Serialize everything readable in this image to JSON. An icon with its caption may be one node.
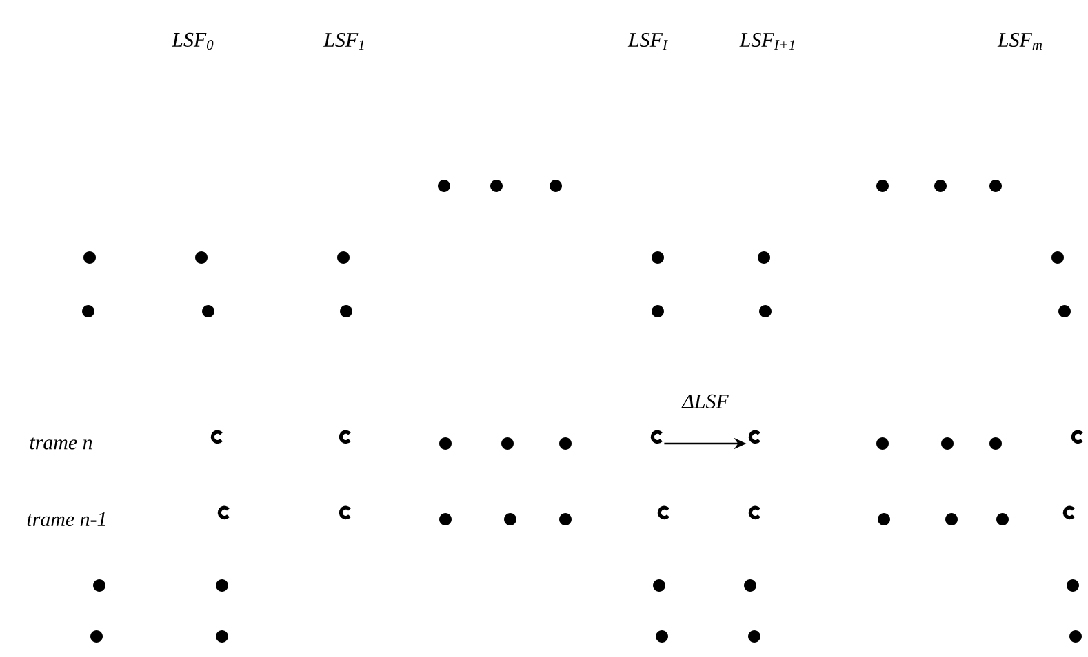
{
  "diagram": {
    "nodes": [
      {
        "text": [],
        "shape": "arc"
      },
      {
        "text": [],
        "shape": "arc"
      },
      {
        "text": [],
        "shape": "arc"
      },
      {
        "text": [],
        "shape": "arc"
      },
      {
        "text": [],
        "shape": "arc"
      },
      {
        "text": [],
        "shape": "arc"
      },
      {
        "text": [],
        "shape": "arc"
      },
      {
        "text": [],
        "shape": "arc"
      },
      {
        "text": [],
        "shape": "arc"
      },
      {
        "text": [],
        "shape": "arc"
      }
    ],
    "edges": [
      {
        "from": 2,
        "to": 3,
        "arrow": "to",
        "label": "ΔLSF"
      }
    ],
    "labels": [
      "LSF$_{0}$",
      "LSF$_{1}$",
      "LSF$_{I}$",
      "LSF$_{I+1}$",
      "LSF$_{m}$",
      "trame n",
      "trame n-1"
    ]
  }
}
